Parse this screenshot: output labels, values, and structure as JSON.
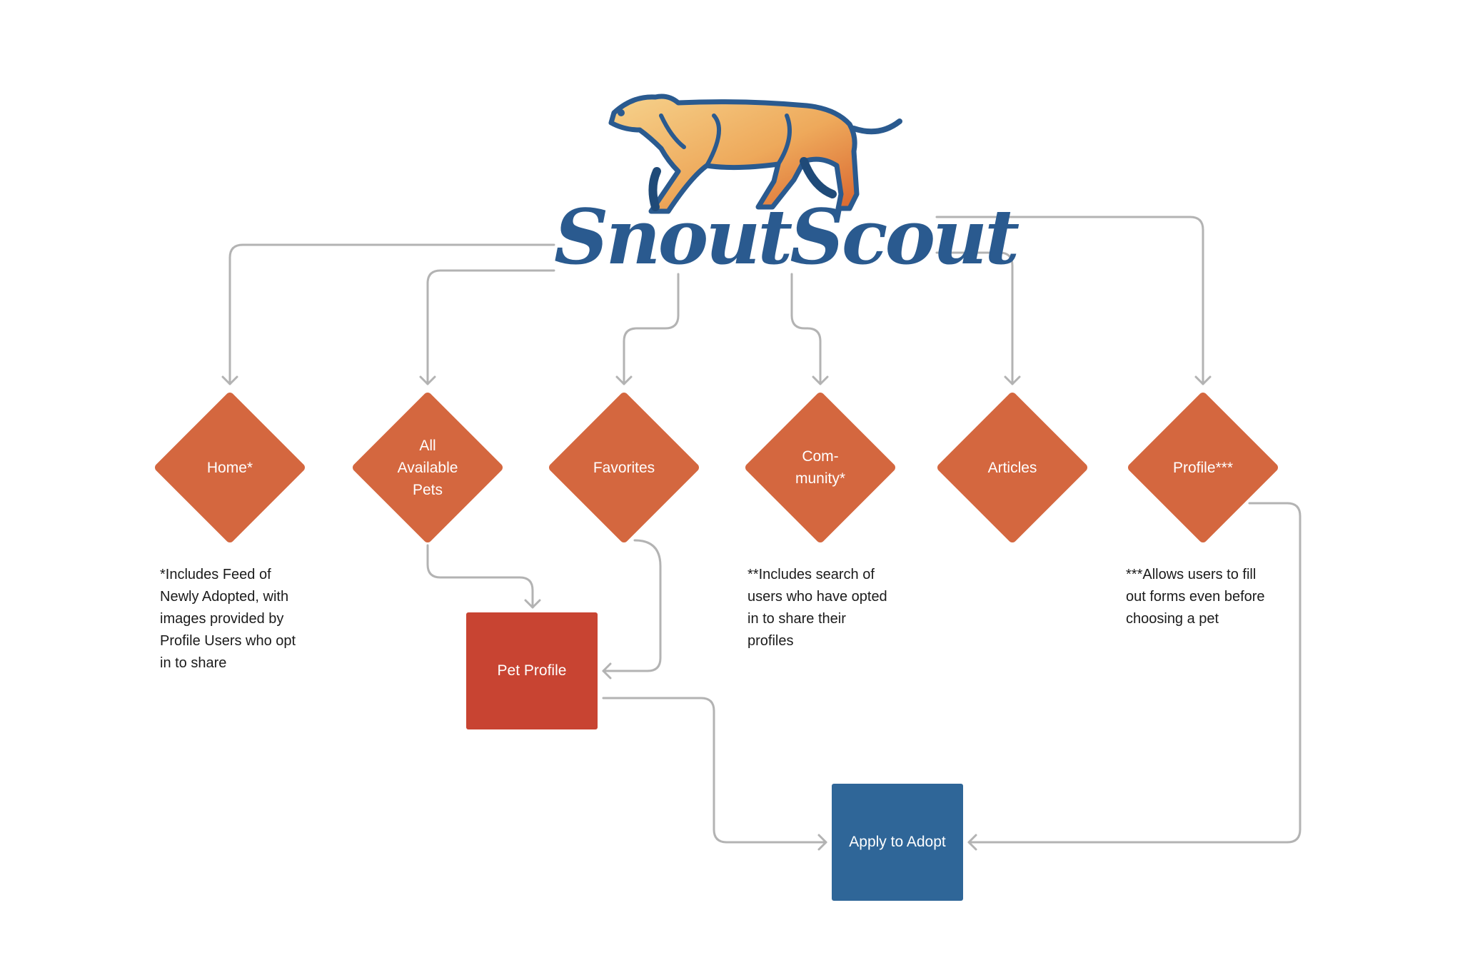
{
  "logo": {
    "text": "SnoutScout",
    "color": "#2a5a8f",
    "mark": "pointer-dog-icon"
  },
  "colors": {
    "diamond": "#d4673f",
    "pet_profile": "#c84432",
    "apply": "#2f6698",
    "connector": "#b3b3b3"
  },
  "nodes": {
    "home": "Home*",
    "all_pets": "All\nAvailable\nPets",
    "favorites": "Favorites",
    "community": "Com-\nmunity*",
    "articles": "Articles",
    "profile": "Profile***",
    "pet_profile": "Pet Profile",
    "apply": "Apply to Adopt"
  },
  "notes": {
    "home": "*Includes Feed of\nNewly Adopted, with\nimages provided by\nProfile Users who opt\nin to share",
    "community": "**Includes search of\nusers who have opted\nin to share their\nprofiles",
    "profile": "***Allows users to fill\nout forms even before\nchoosing a pet"
  }
}
